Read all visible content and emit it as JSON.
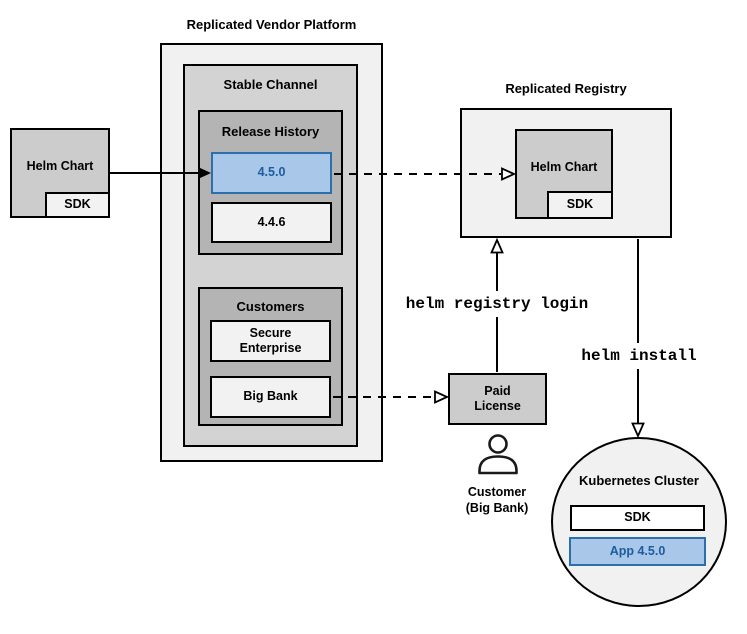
{
  "vendor_platform": {
    "title": "Replicated Vendor Platform",
    "stable_channel": {
      "title": "Stable Channel",
      "release_history": {
        "title": "Release History",
        "current_release": "4.5.0",
        "previous_release": "4.4.6"
      },
      "customers": {
        "title": "Customers",
        "customer_secure_enterprise": "Secure\nEnterprise",
        "customer_big_bank": "Big Bank"
      }
    }
  },
  "source_helm_chart": {
    "label": "Helm Chart",
    "sdk": "SDK"
  },
  "registry": {
    "title": "Replicated Registry",
    "helm_chart": "Helm Chart",
    "sdk": "SDK"
  },
  "paid_license": {
    "label": "Paid\nLicense"
  },
  "customer": {
    "label": "Customer\n(Big Bank)"
  },
  "commands": {
    "registry_login": "helm registry login",
    "install": "helm install"
  },
  "kubernetes_cluster": {
    "title": "Kubernetes Cluster",
    "sdk": "SDK",
    "app": "App 4.5.0"
  },
  "colors": {
    "highlight_fill": "#a9c7e8",
    "highlight_border": "#2c6fad",
    "highlight_text": "#1d5c9e"
  }
}
